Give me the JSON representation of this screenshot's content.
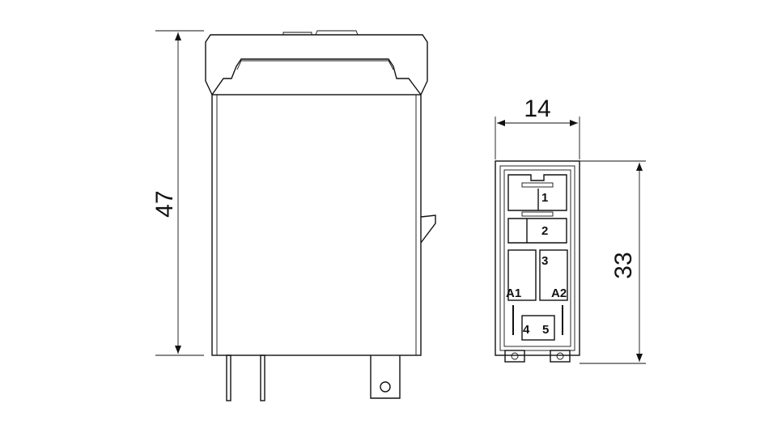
{
  "dimensions": {
    "height_side": "47",
    "width_front": "14",
    "height_front": "33"
  },
  "terminals": {
    "t1": "1",
    "t2": "2",
    "t3": "3",
    "a1": "A1",
    "a2": "A2",
    "t4": "4",
    "t5": "5"
  }
}
